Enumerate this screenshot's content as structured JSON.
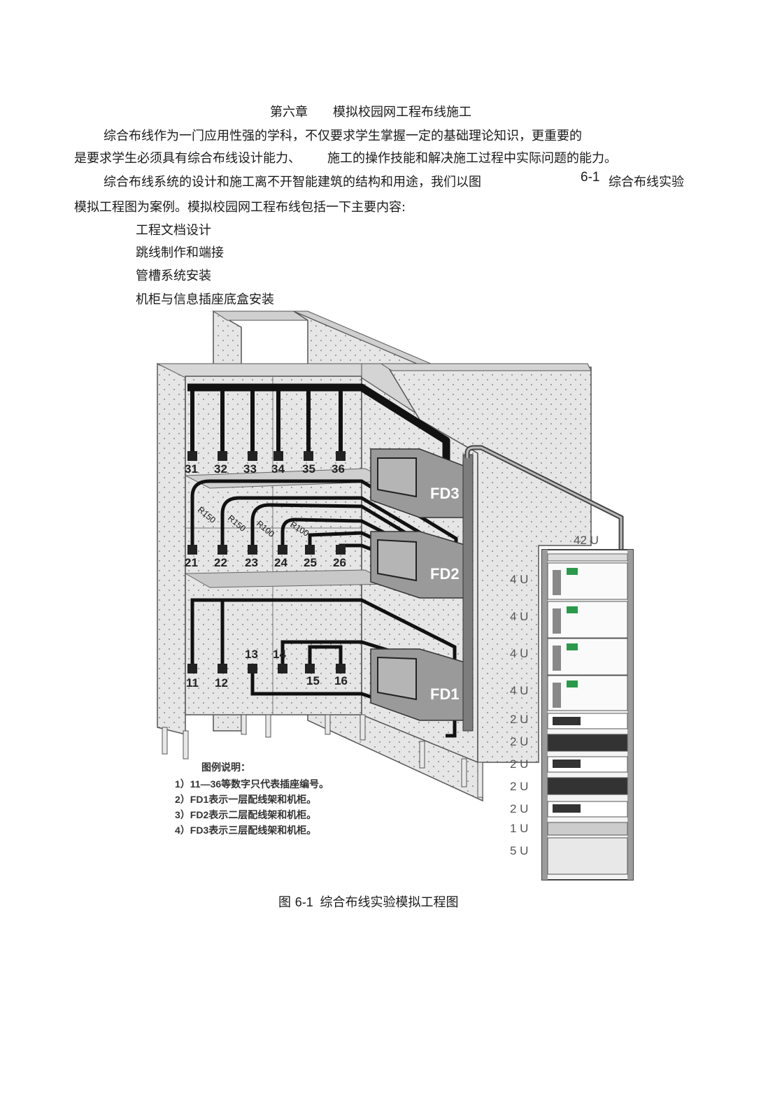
{
  "heading": {
    "chapter": "第六章",
    "title": "模拟校园网工程布线施工"
  },
  "paragraphs": {
    "p1_line1": "综合布线作为一门应用性强的学科，不仅要求学生掌握一定的基础理论知识，更重要的",
    "p1_line2a": "是要求学生必须具有综合布线设计能力、",
    "p1_line2b": "施工的操作技能和解决施工过程中实际问题的能力。",
    "p2_line1a": "综合布线系统的设计和施工离不开智能建筑的结构和用途，我们以图",
    "p2_fig_ref": "6-1",
    "p2_line1b": "综合布线实验",
    "p2_line2": "模拟工程图为案例。模拟校园网工程布线包括一下主要内容:"
  },
  "list_items": [
    "工程文档设计",
    "跳线制作和端接",
    "管槽系统安装",
    "机柜与信息插座底盒安装"
  ],
  "figure": {
    "outlets_floor3": [
      "31",
      "32",
      "33",
      "34",
      "35",
      "36"
    ],
    "outlets_floor2": [
      "21",
      "22",
      "23",
      "24",
      "25",
      "26"
    ],
    "outlets_floor1": [
      "11",
      "12",
      "13",
      "14",
      "15",
      "16"
    ],
    "radius_labels": [
      "R150",
      "R150",
      "R100",
      "R100"
    ],
    "distribution_frames": [
      "FD3",
      "FD2",
      "FD1"
    ],
    "rack_units": [
      "42 U",
      "4 U",
      "4 U",
      "4 U",
      "4 U",
      "2 U",
      "2 U",
      "2 U",
      "2 U",
      "2 U",
      "1 U",
      "5 U"
    ],
    "legend_title": "图例说明：",
    "legend_items": [
      "1）11—36等数字只代表插座编号。",
      "2）FD1表示一层配线架和机柜。",
      "3）FD2表示二层配线架和机柜。",
      "4）FD3表示三层配线架和机柜。"
    ]
  },
  "caption": {
    "prefix": "图",
    "number": "6-1",
    "text": "综合布线实验模拟工程图"
  }
}
